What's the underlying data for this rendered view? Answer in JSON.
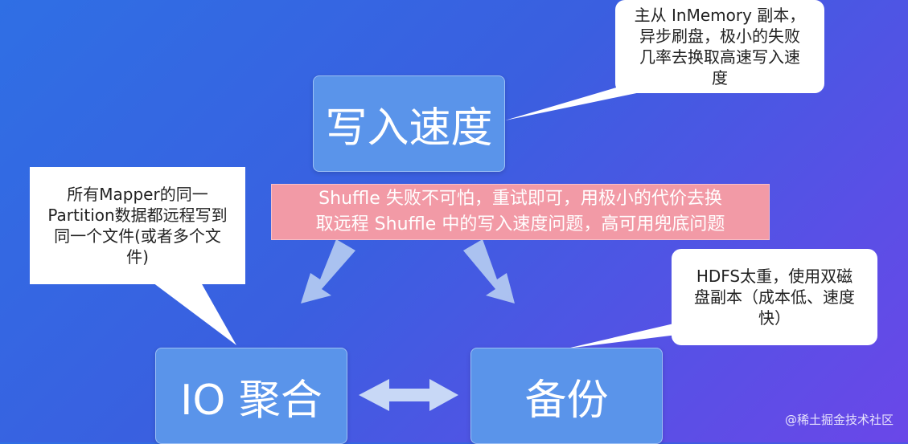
{
  "nodes": {
    "write_speed": "写入速度",
    "io_aggregation": "IO 聚合",
    "backup": "备份"
  },
  "callouts": {
    "top_right": [
      "主从 InMemory 副本，",
      "异步刷盘，极小的失败",
      "几率去换取高速写入速",
      "度"
    ],
    "left": [
      "所有Mapper的同一",
      "Partition数据都远程写到",
      "同一个文件(或者多个文",
      "件)"
    ],
    "right": [
      "HDFS太重，使用双磁",
      "盘副本（成本低、速度",
      "快）"
    ]
  },
  "banner": [
    "Shuffle 失败不可怕，重试即可，用极小的代价去换",
    "取远程 Shuffle 中的写入速度问题，高可用兜底问题"
  ],
  "credit": "@稀土掘金技术社区",
  "colors": {
    "node_fill": "#5a94ea",
    "banner_fill": "#f29aa6",
    "arrow_fill": "#b7cdf2"
  }
}
